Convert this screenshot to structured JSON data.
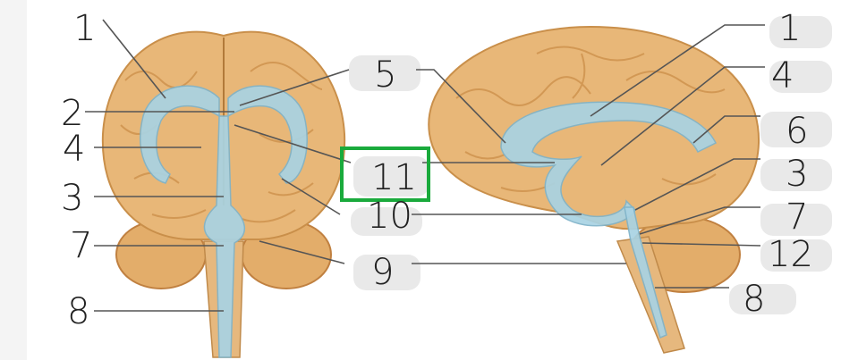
{
  "labels": {
    "left": {
      "l1": "1",
      "l2": "2",
      "l4": "4",
      "l3": "3",
      "l7": "7",
      "l8": "8"
    },
    "center": {
      "c5": "5",
      "c11": "11",
      "c10": "10",
      "c9": "9"
    },
    "right": {
      "r1": "1",
      "r4": "4",
      "r6": "6",
      "r3": "3",
      "r7": "7",
      "r12": "12",
      "r8": "8"
    }
  },
  "colors": {
    "highlight_box": "#1aaa3c",
    "ventricle": "#a9d3e3",
    "brain": "#e8b778"
  }
}
